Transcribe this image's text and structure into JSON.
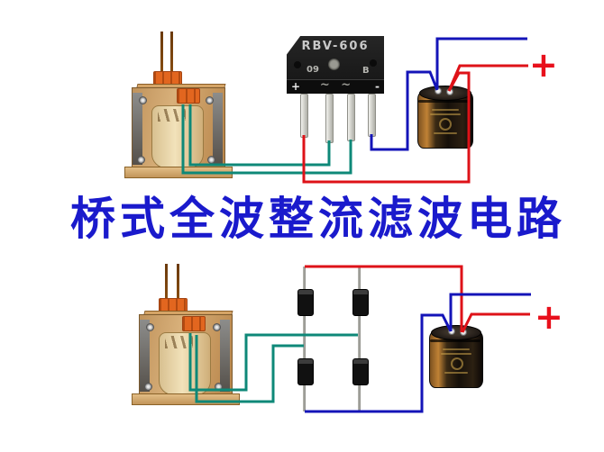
{
  "title": {
    "text": "桥式全波整流滤波电路"
  },
  "rectifier": {
    "model": "RBV-606",
    "date_code": "09",
    "grade": "B",
    "plus_marking": "+",
    "minus_marking": "-",
    "ac_marking": "~ ~"
  },
  "outputs": {
    "top_plus": "+",
    "bottom_plus": "+"
  },
  "colors": {
    "wire_ac": "#0E8878",
    "wire_pos": "#DE1218",
    "wire_neg": "#1414B8",
    "title_blue": "#1A1ACC",
    "plus_red": "#E8101C"
  }
}
